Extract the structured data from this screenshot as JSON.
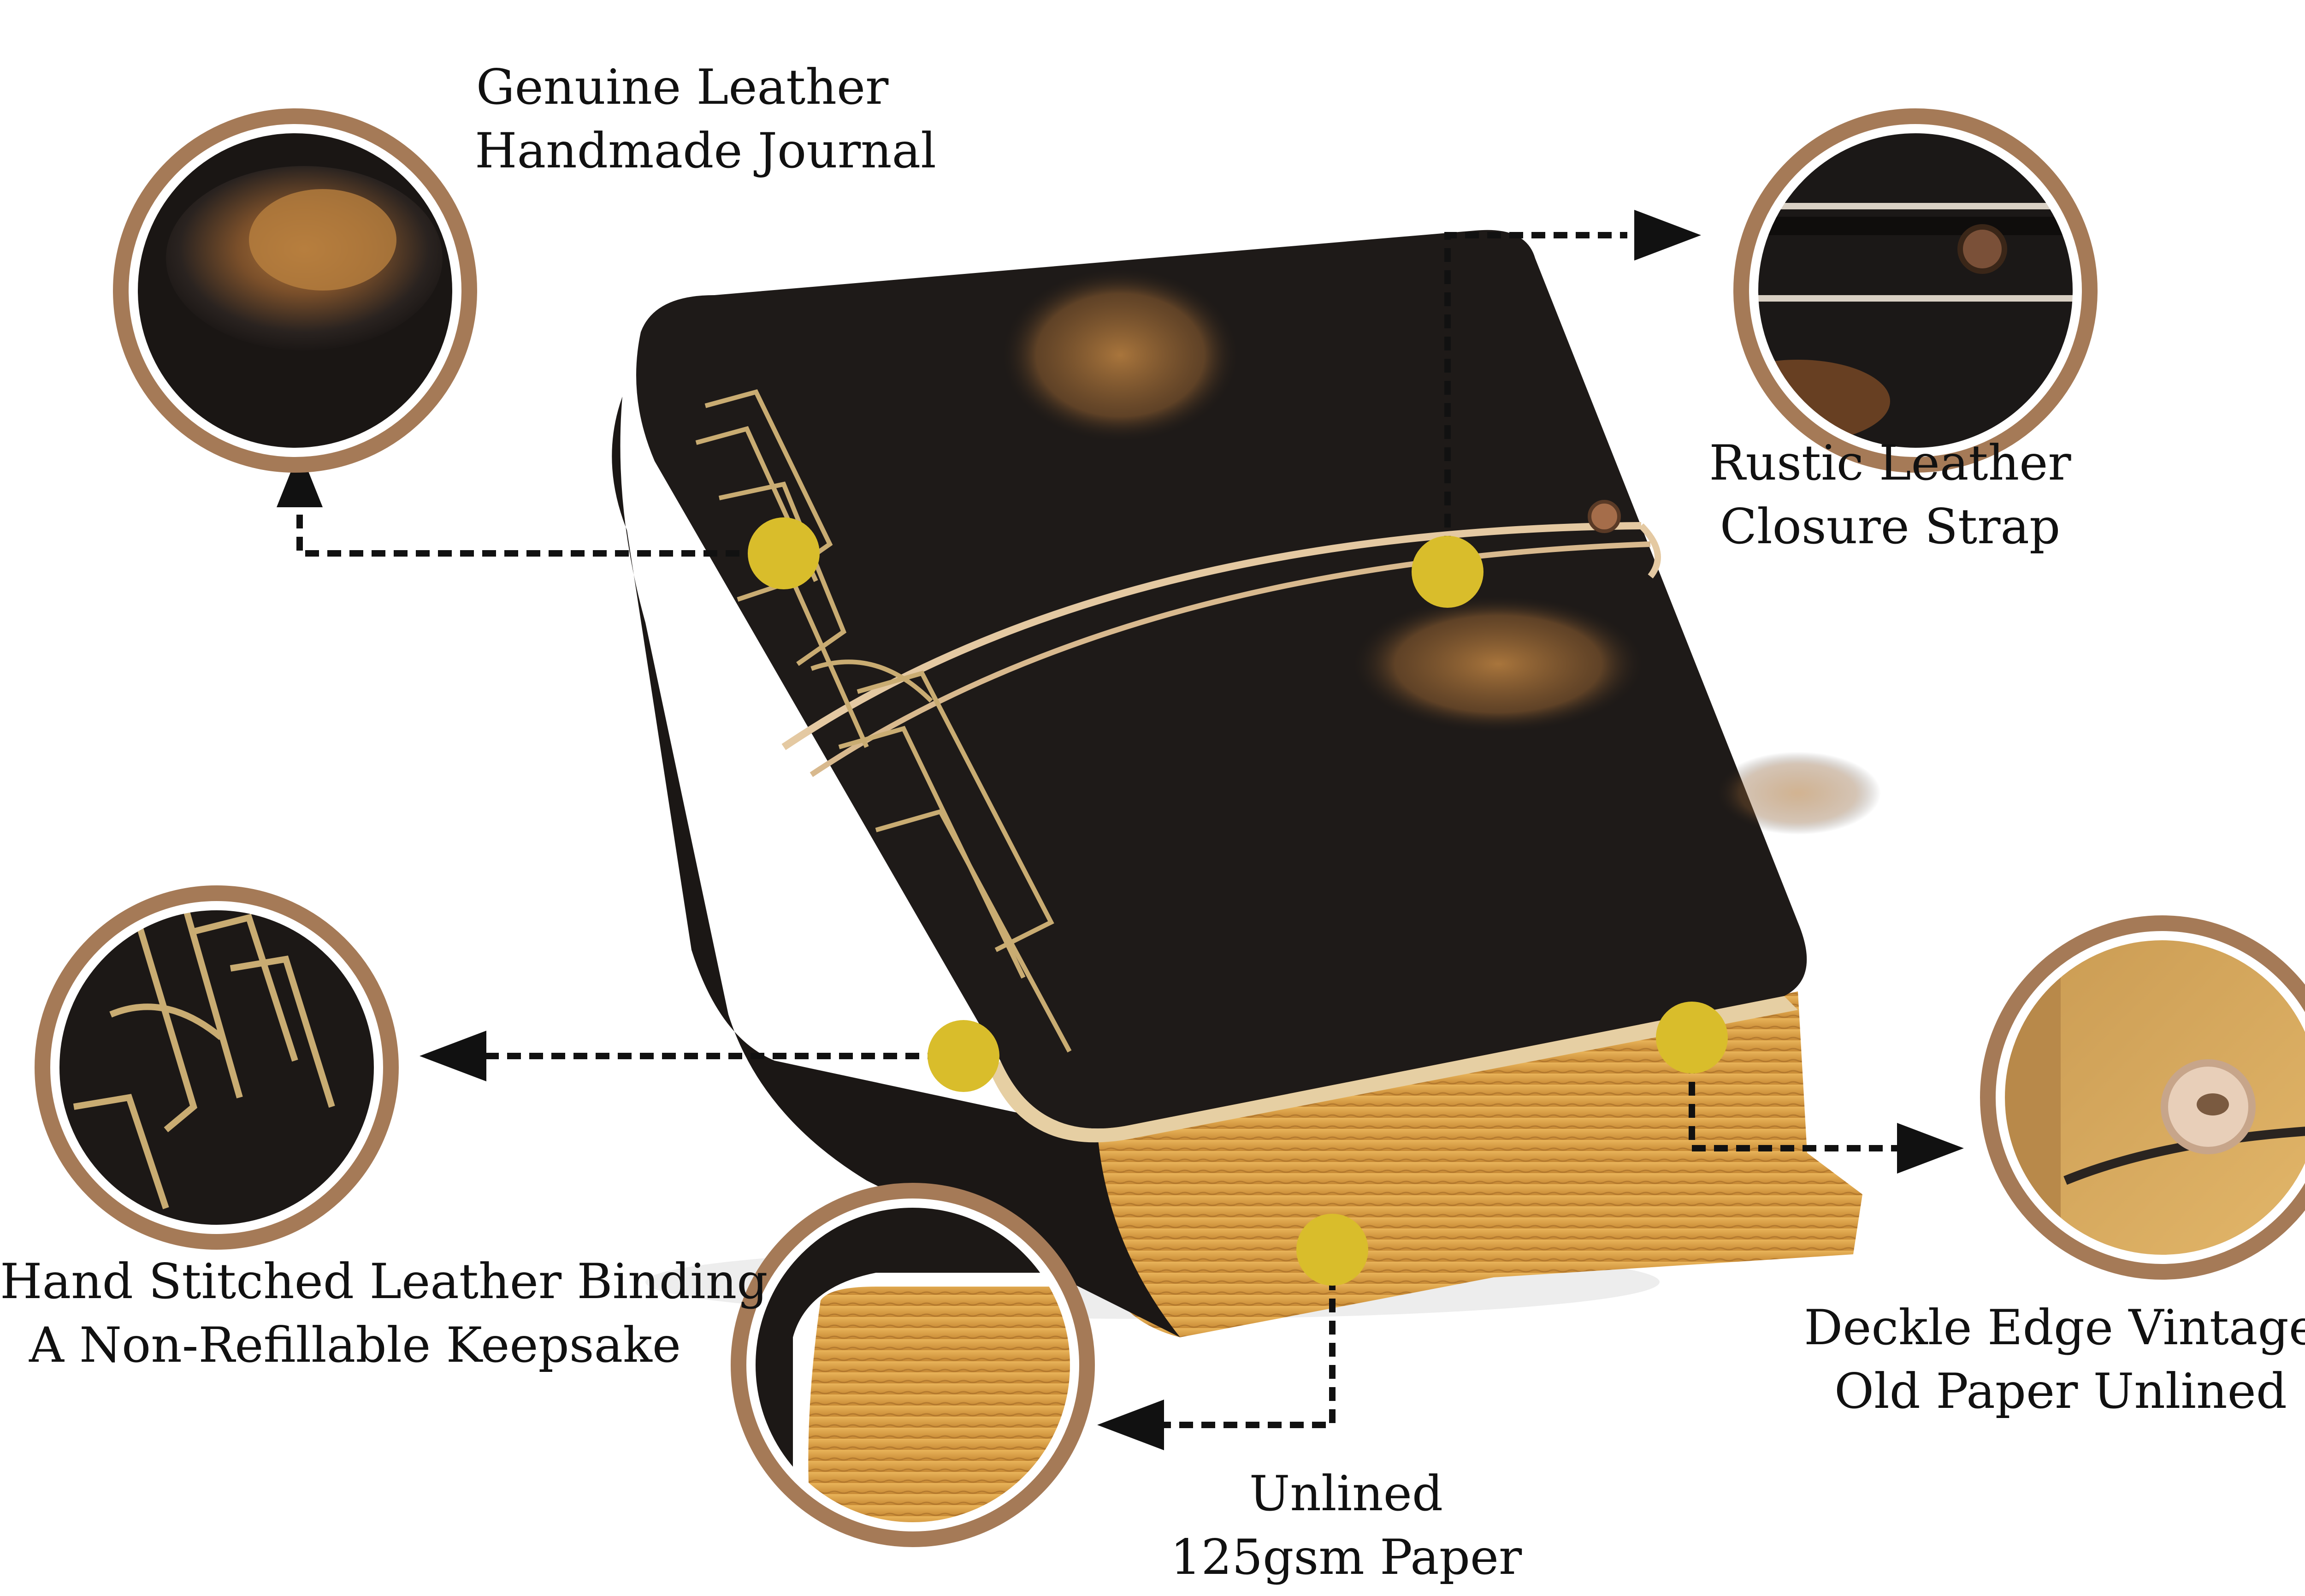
{
  "colors": {
    "background": "#ffffff",
    "ring": "#a57a57",
    "dot": "#d9bd2b",
    "leather": "#1e1a18",
    "patina": "#a06a33",
    "paper": "#d9a148",
    "cord": "#c9ac72",
    "arrow": "#111111"
  },
  "callouts": [
    {
      "id": "genuine-leather",
      "icon": "leather-swatch",
      "lines": [
        "Genuine Leather",
        "Handmade Journal"
      ]
    },
    {
      "id": "closure-strap",
      "icon": "strap-closeup",
      "lines": [
        "Rustic Leather",
        "Closure Strap"
      ]
    },
    {
      "id": "binding",
      "icon": "stitching-closeup",
      "lines": [
        "Hand Stitched Leather Binding",
        "A Non-Refillable Keepsake"
      ]
    },
    {
      "id": "paper",
      "icon": "page-edge-closeup",
      "lines": [
        "Unlined",
        "125gsm Paper"
      ]
    },
    {
      "id": "deckle-edge",
      "icon": "deckle-edge-closeup",
      "lines": [
        "Deckle Edge Vintage",
        "Old Paper Unlined"
      ]
    }
  ]
}
